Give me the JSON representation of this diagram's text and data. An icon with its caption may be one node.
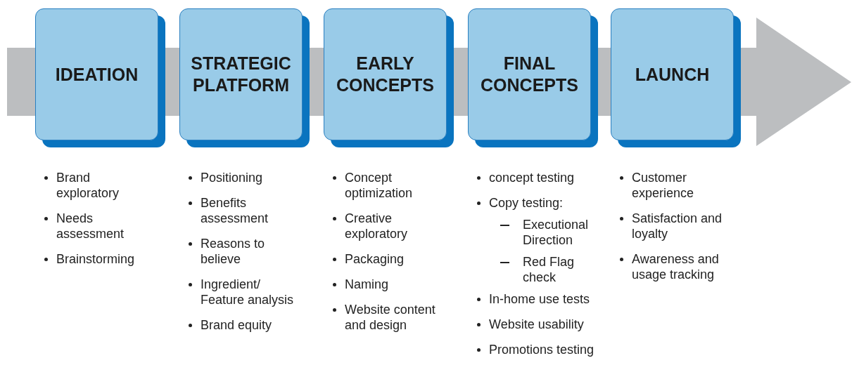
{
  "diagram": {
    "nodes": [
      {
        "text": [
          "IDEATION"
        ],
        "beside": [
          "Brand exploratory",
          "Needs assessment",
          "Brainstorming"
        ]
      },
      {
        "text": [
          "STRATEGIC PLATFORM"
        ],
        "beside": [
          "Positioning",
          "Benefits assessment",
          "Reasons to believe",
          "Ingredient/ Feature analysis",
          "Brand equity"
        ]
      },
      {
        "text": [
          "EARLY CONCEPTS"
        ],
        "beside": [
          "Concept optimization",
          "Creative exploratory",
          "Packaging",
          "Naming",
          "Website content and design"
        ]
      },
      {
        "text": [
          "FINAL CONCEPTS"
        ],
        "beside": [
          "concept testing",
          "Copy testing:",
          "Executional Direction",
          "Red Flag check",
          "In-home use tests",
          "Website usability",
          "Promotions testing"
        ]
      },
      {
        "text": [
          "LAUNCH"
        ],
        "beside": [
          "Customer experience",
          "Satisfaction and loyalty",
          "Awareness and usage tracking"
        ]
      }
    ]
  }
}
